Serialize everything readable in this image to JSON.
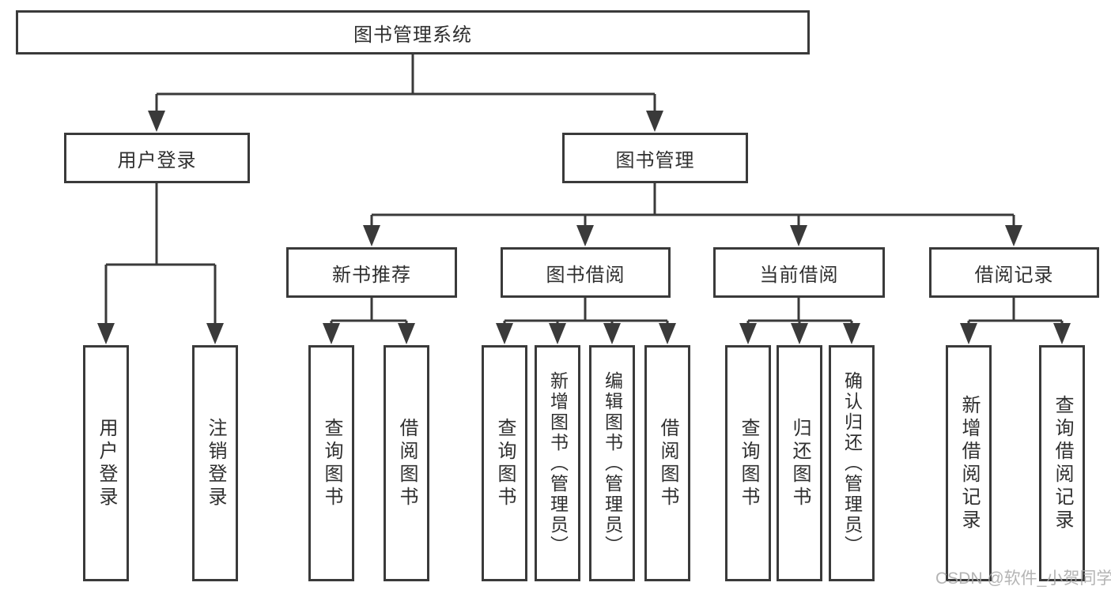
{
  "tree": {
    "label": "图书管理系统",
    "children": [
      {
        "label": "用户登录",
        "children": [
          {
            "label": "用户登录"
          },
          {
            "label": "注销登录"
          }
        ]
      },
      {
        "label": "图书管理",
        "children": [
          {
            "label": "新书推荐",
            "children": [
              {
                "label": "查询图书"
              },
              {
                "label": "借阅图书"
              }
            ]
          },
          {
            "label": "图书借阅",
            "children": [
              {
                "label": "查询图书"
              },
              {
                "label": "新增图书（管理员）"
              },
              {
                "label": "编辑图书（管理员）"
              },
              {
                "label": "借阅图书"
              }
            ]
          },
          {
            "label": "当前借阅",
            "children": [
              {
                "label": "查询图书"
              },
              {
                "label": "归还图书"
              },
              {
                "label": "确认归还（管理员）"
              }
            ]
          },
          {
            "label": "借阅记录",
            "children": [
              {
                "label": "新增借阅记录"
              },
              {
                "label": "查询借阅记录"
              }
            ]
          }
        ]
      }
    ]
  },
  "watermark": "CSDN @软件_小贺同学",
  "colors": {
    "line": "#3a3a3a",
    "text": "#2f2f2f",
    "watermark": "#a7a7a7",
    "background": "#ffffff"
  }
}
